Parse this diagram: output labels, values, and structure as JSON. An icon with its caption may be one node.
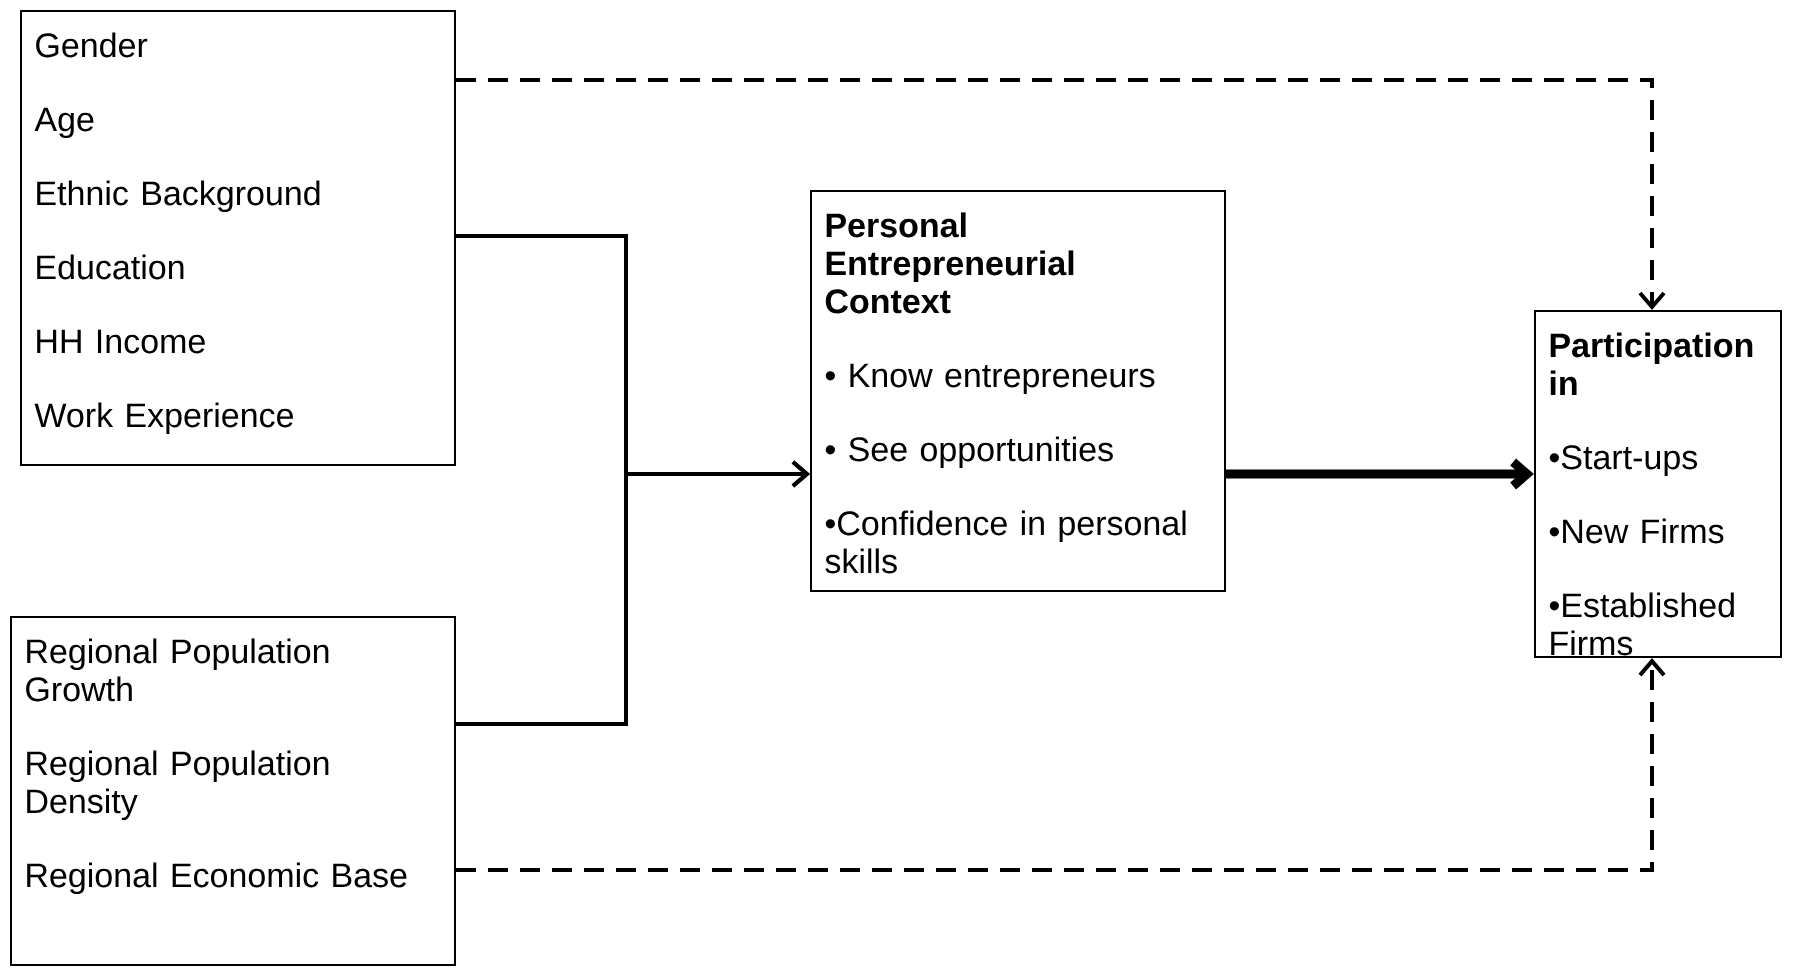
{
  "diagram": {
    "nodes": [
      {
        "text": [
          "Gender",
          "Age",
          "Ethnic Background",
          "Education",
          "HH Income",
          "Work Experience"
        ]
      },
      {
        "text": [
          "Regional Population Growth",
          "Regional Population Density",
          "Regional Economic Base"
        ]
      },
      {
        "text": [
          "Personal Entrepreneurial Context",
          "• Know entrepreneurs",
          "• See opportunities",
          "•Confidence in personal skills"
        ]
      },
      {
        "text": [
          "Participation in",
          "•Start-ups",
          "•New Firms",
          "•Established Firms"
        ]
      }
    ],
    "edges": [
      {
        "from": 0,
        "to": 2,
        "arrow": "to"
      },
      {
        "from": 1,
        "to": 2,
        "arrow": "to"
      },
      {
        "from": 2,
        "to": 3,
        "arrow": "to",
        "style": "thick"
      },
      {
        "from": 0,
        "to": 3,
        "arrow": "to",
        "style": "dashed"
      },
      {
        "from": 1,
        "to": 3,
        "arrow": "to",
        "style": "dashed"
      }
    ]
  }
}
